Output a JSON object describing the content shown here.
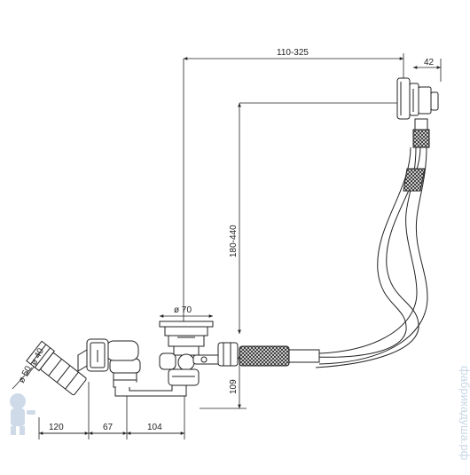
{
  "dimensions": {
    "top_span": "110-325",
    "top_right": "42",
    "vertical": "180-440",
    "drain_diameter": "ø 70",
    "diameter_40": "ø 40",
    "diameter_50": "ø 50",
    "height_109": "109",
    "bottom_120": "120",
    "bottom_67": "67",
    "bottom_104": "104"
  },
  "watermark": {
    "text": "фабрикадуша.рф",
    "mascot_icon": "plumber-mascot-icon"
  },
  "colors": {
    "line": "#222222",
    "watermark": "#c9d7e6"
  }
}
